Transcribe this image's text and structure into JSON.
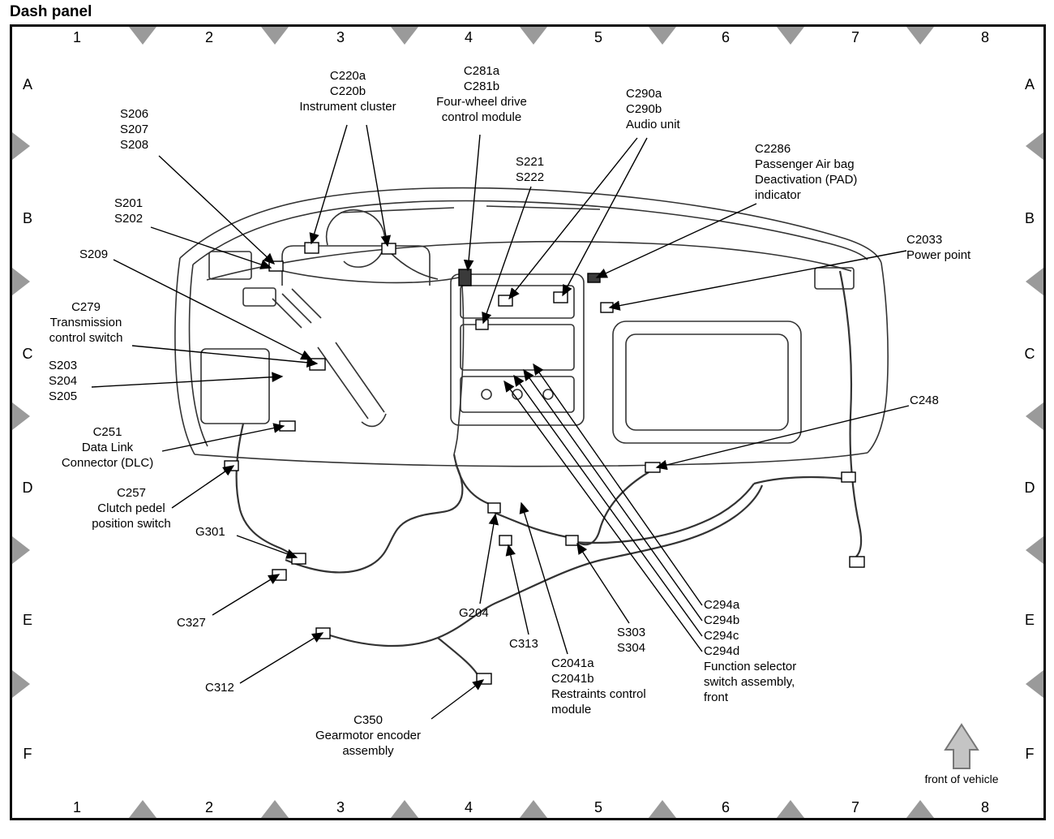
{
  "title": "Dash panel",
  "grid": {
    "columns": [
      "1",
      "2",
      "3",
      "4",
      "5",
      "6",
      "7",
      "8"
    ],
    "rows": [
      "A",
      "B",
      "C",
      "D",
      "E",
      "F"
    ]
  },
  "labels": {
    "instrument_cluster": [
      "C220a",
      "C220b",
      "Instrument cluster"
    ],
    "fourwd_module": [
      "C281a",
      "C281b",
      "Four-wheel drive",
      "control module"
    ],
    "s221_222": [
      "S221",
      "S222"
    ],
    "audio_unit": [
      "C290a",
      "C290b",
      "Audio unit"
    ],
    "pad_indicator": [
      "C2286",
      "Passenger Air bag",
      "Deactivation (PAD)",
      "indicator"
    ],
    "power_point": [
      "C2033",
      "Power point"
    ],
    "s206_208": [
      "S206",
      "S207",
      "S208"
    ],
    "s201_202": [
      "S201",
      "S202"
    ],
    "s209": [
      "S209"
    ],
    "transmission_switch": [
      "C279",
      "Transmission",
      "control switch"
    ],
    "s203_205": [
      "S203",
      "S204",
      "S205"
    ],
    "dlc": [
      "C251",
      "Data Link",
      "Connector (DLC)"
    ],
    "clutch_switch": [
      "C257",
      "Clutch pedel",
      "position switch"
    ],
    "g301": [
      "G301"
    ],
    "c327": [
      "C327"
    ],
    "c312": [
      "C312"
    ],
    "gearmotor": [
      "C350",
      "Gearmotor encoder",
      "assembly"
    ],
    "g204": [
      "G204"
    ],
    "c313": [
      "C313"
    ],
    "restraints_module": [
      "C2041a",
      "C2041b",
      "Restraints control",
      "module"
    ],
    "s303_304": [
      "S303",
      "S304"
    ],
    "function_selector": [
      "C294a",
      "C294b",
      "C294c",
      "C294d",
      "Function selector",
      "switch assembly,",
      "front"
    ],
    "c248": [
      "C248"
    ]
  },
  "compass": {
    "label": "front of vehicle"
  },
  "colors": {
    "marker_gray": "#9a9a9a",
    "line": "#333333",
    "compass_arrow": "#c4c4c4"
  }
}
